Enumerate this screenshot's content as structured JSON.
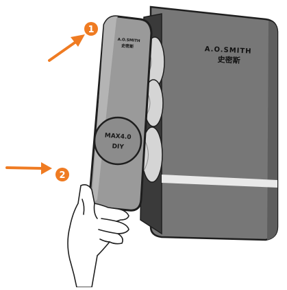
{
  "colors": {
    "arrow": "#ef7b22",
    "body_dark": "#6a6a6a",
    "body_mid": "#848484",
    "panel": "#9a9a9a",
    "panel_light": "#b4b4b4",
    "outline": "#1e1e1e",
    "stripe": "#e9e9e9",
    "filter": "#d5d5d5"
  },
  "brand": {
    "name_en": "A.O.SMITH",
    "name_cn": "史密斯"
  },
  "panel_brand": {
    "name_en": "A.O.SMITH",
    "name_cn": "史密斯"
  },
  "badge": {
    "line1": "MAX4.0",
    "line2": "DIY"
  },
  "steps": [
    {
      "number": "1"
    },
    {
      "number": "2"
    }
  ]
}
